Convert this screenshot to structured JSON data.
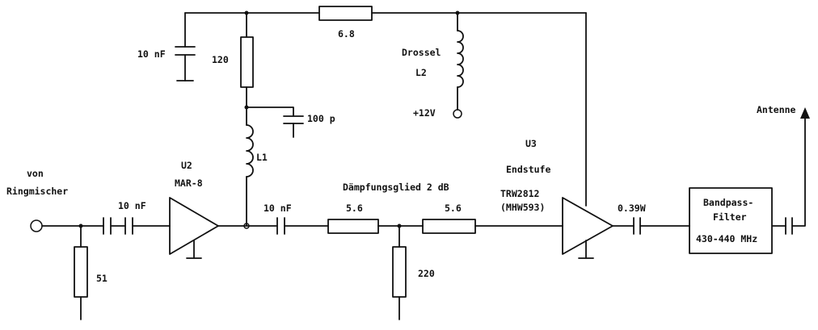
{
  "inputs": {
    "source_line1": "von",
    "source_line2": "Ringmischer"
  },
  "components": {
    "c_input": "10 nF",
    "r_input": "51",
    "u2_name": "U2",
    "u2_type": "MAR-8",
    "c_bias": "10 nF",
    "r_bias": "120",
    "r_series": "6.8",
    "c_100p": "100 p",
    "l1": "L1",
    "choke_name": "Drossel",
    "l2": "L2",
    "supply": "+12V",
    "c_out": "10 nF",
    "attenuator": "Dämpfungsglied 2 dB",
    "r_att1": "5.6",
    "r_att2": "5.6",
    "r_att_shunt": "220",
    "u3_name": "U3",
    "u3_role": "Endstufe",
    "u3_type": "TRW2812",
    "u3_alt": "(MHW593)",
    "power": "0.39W",
    "filter_line1": "Bandpass-",
    "filter_line2": "Filter",
    "filter_range": "430-440 MHz",
    "antenna": "Antenne"
  }
}
